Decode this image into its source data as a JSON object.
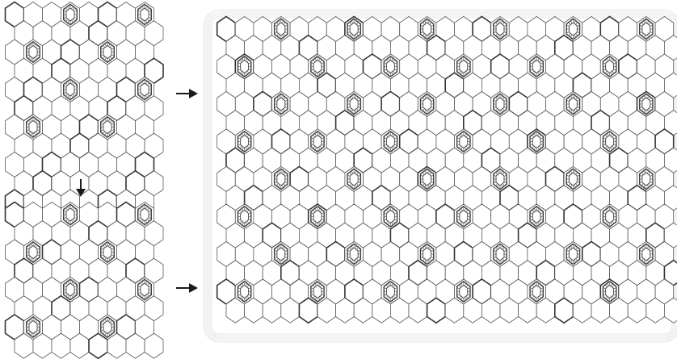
{
  "figure": {
    "panels": [
      {
        "id": "source-tile",
        "role": "original pattern tile",
        "ornament_rows": 4,
        "ornament_cols": 2
      },
      {
        "id": "arranged-tile",
        "role": "rearranged pattern tile",
        "ornament_rows": 4,
        "ornament_cols": 2
      },
      {
        "id": "tiled-result",
        "role": "repeated tiling result",
        "ornament_rows": 8,
        "ornament_cols": 6
      }
    ],
    "arrows": [
      {
        "id": "arrow-down",
        "direction": "down",
        "from": "source-tile",
        "to": "arranged-tile"
      },
      {
        "id": "arrow-right-top",
        "direction": "right",
        "from": "source-tile",
        "to": "tiled-result"
      },
      {
        "id": "arrow-right-bottom",
        "direction": "right",
        "from": "arranged-tile",
        "to": "tiled-result"
      }
    ],
    "colors": {
      "cell_stroke": "#5a5a5a",
      "thick_stroke": "#333333",
      "background": "#ffffff",
      "arrow": "#1a1a1a"
    }
  }
}
